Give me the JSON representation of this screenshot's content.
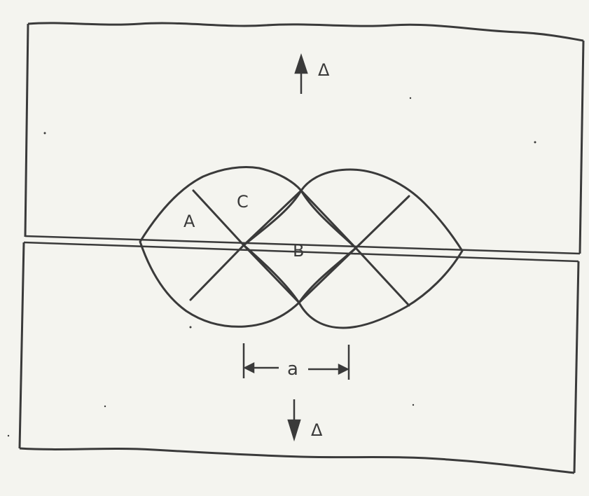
{
  "labels": {
    "region_a": "A",
    "region_b": "B",
    "region_c": "C",
    "load_top": "Δ",
    "load_bottom": "Δ",
    "dimension": "a"
  },
  "colors": {
    "paper": "#f4f4ef",
    "ink": "#3a3a3a"
  }
}
